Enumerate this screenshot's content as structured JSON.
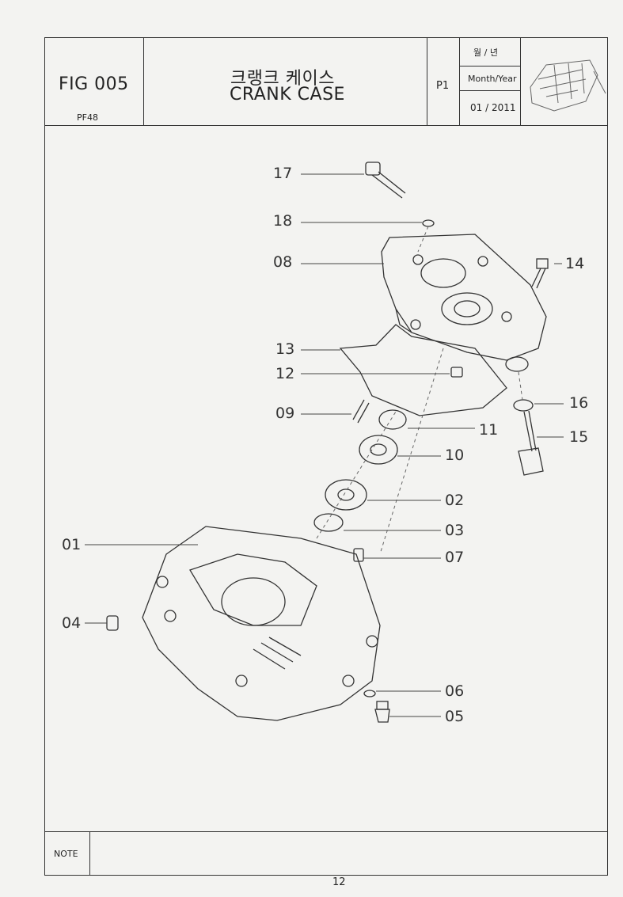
{
  "header": {
    "fig_label": "FIG 005",
    "model": "PF48",
    "title_kr": "크랭크 케이스",
    "title_en": "CRANK CASE",
    "page": "P1",
    "month_year_kr": "월 / 년",
    "month_year_en": "Month/Year",
    "date": "01 / 2011"
  },
  "callouts": [
    {
      "id": "17"
    },
    {
      "id": "18"
    },
    {
      "id": "08"
    },
    {
      "id": "14"
    },
    {
      "id": "13"
    },
    {
      "id": "12"
    },
    {
      "id": "16"
    },
    {
      "id": "09"
    },
    {
      "id": "11"
    },
    {
      "id": "15"
    },
    {
      "id": "10"
    },
    {
      "id": "02"
    },
    {
      "id": "03"
    },
    {
      "id": "01"
    },
    {
      "id": "07"
    },
    {
      "id": "04"
    },
    {
      "id": "06"
    },
    {
      "id": "05"
    }
  ],
  "footer": {
    "note_label": "NOTE",
    "page_number": "12"
  }
}
